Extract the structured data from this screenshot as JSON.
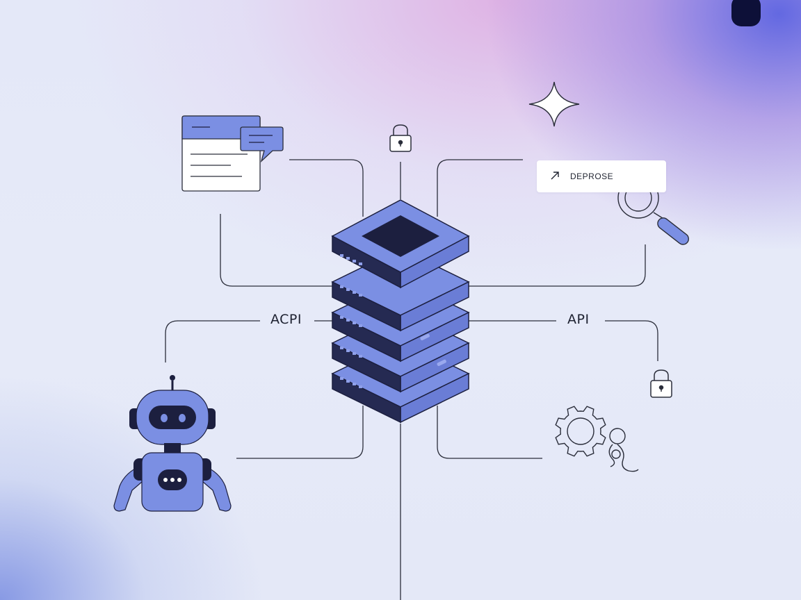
{
  "labels": {
    "search_card": "DEPROSE",
    "left_connection": "ACPI",
    "right_connection": "API"
  },
  "icons": {
    "document": "document-window-icon",
    "chat": "chat-bubble-icon",
    "padlock_top": "padlock-icon",
    "sparkle": "sparkle-icon",
    "magnifier": "magnifying-glass-icon",
    "server": "server-stack-icon",
    "robot": "robot-icon",
    "padlock_right": "padlock-icon",
    "gears": "gear-icon",
    "arrow": "arrow-up-right-icon"
  },
  "colors": {
    "accent": "#7b8fe3",
    "dark": "#1c1f3f",
    "line": "#2a2d3a",
    "background": "#e5e9f8"
  }
}
